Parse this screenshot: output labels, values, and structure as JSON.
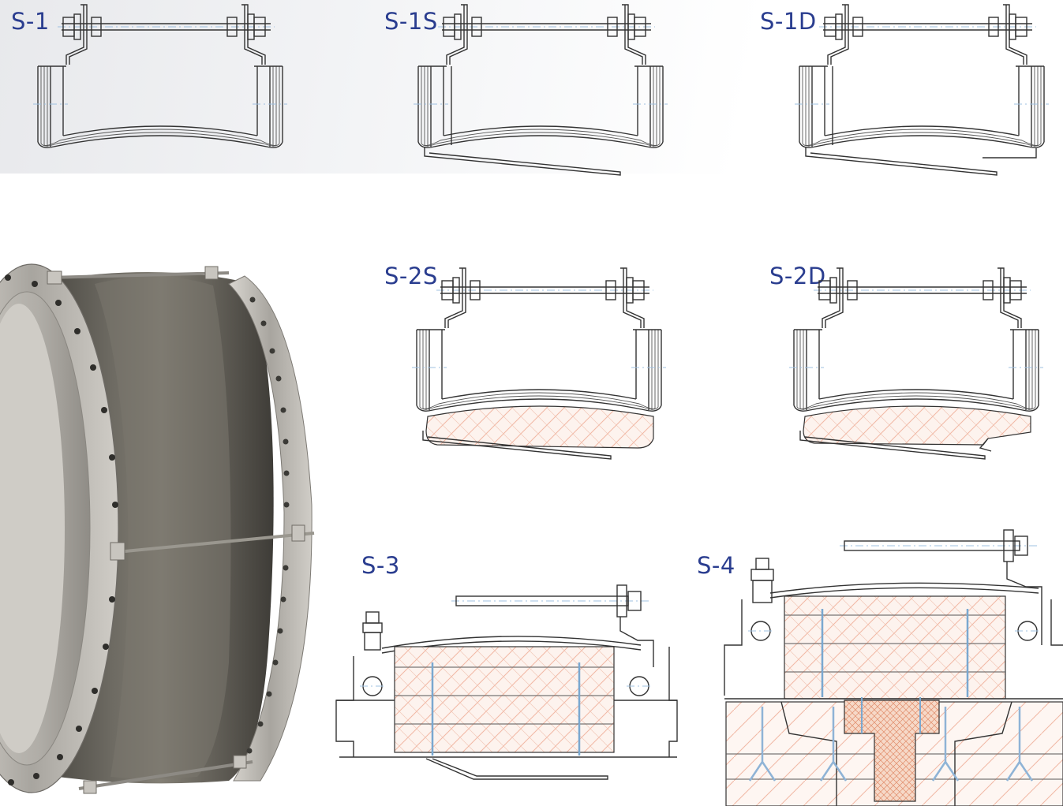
{
  "labels": {
    "s1": "S-1",
    "s1s": "S-1S",
    "s1d": "S-1D",
    "s2s": "S-2S",
    "s2d": "S-2D",
    "s3": "S-3",
    "s4": "S-4"
  },
  "colors": {
    "label": "#2a3d8f",
    "line": "#333333",
    "centerline": "#9fc0e0",
    "hatch": "#f2b8a4",
    "rubber": "#5b5850",
    "steel": "#b9b6b0"
  },
  "photo": {
    "subject": "flanged-rubber-expansion-joint"
  }
}
